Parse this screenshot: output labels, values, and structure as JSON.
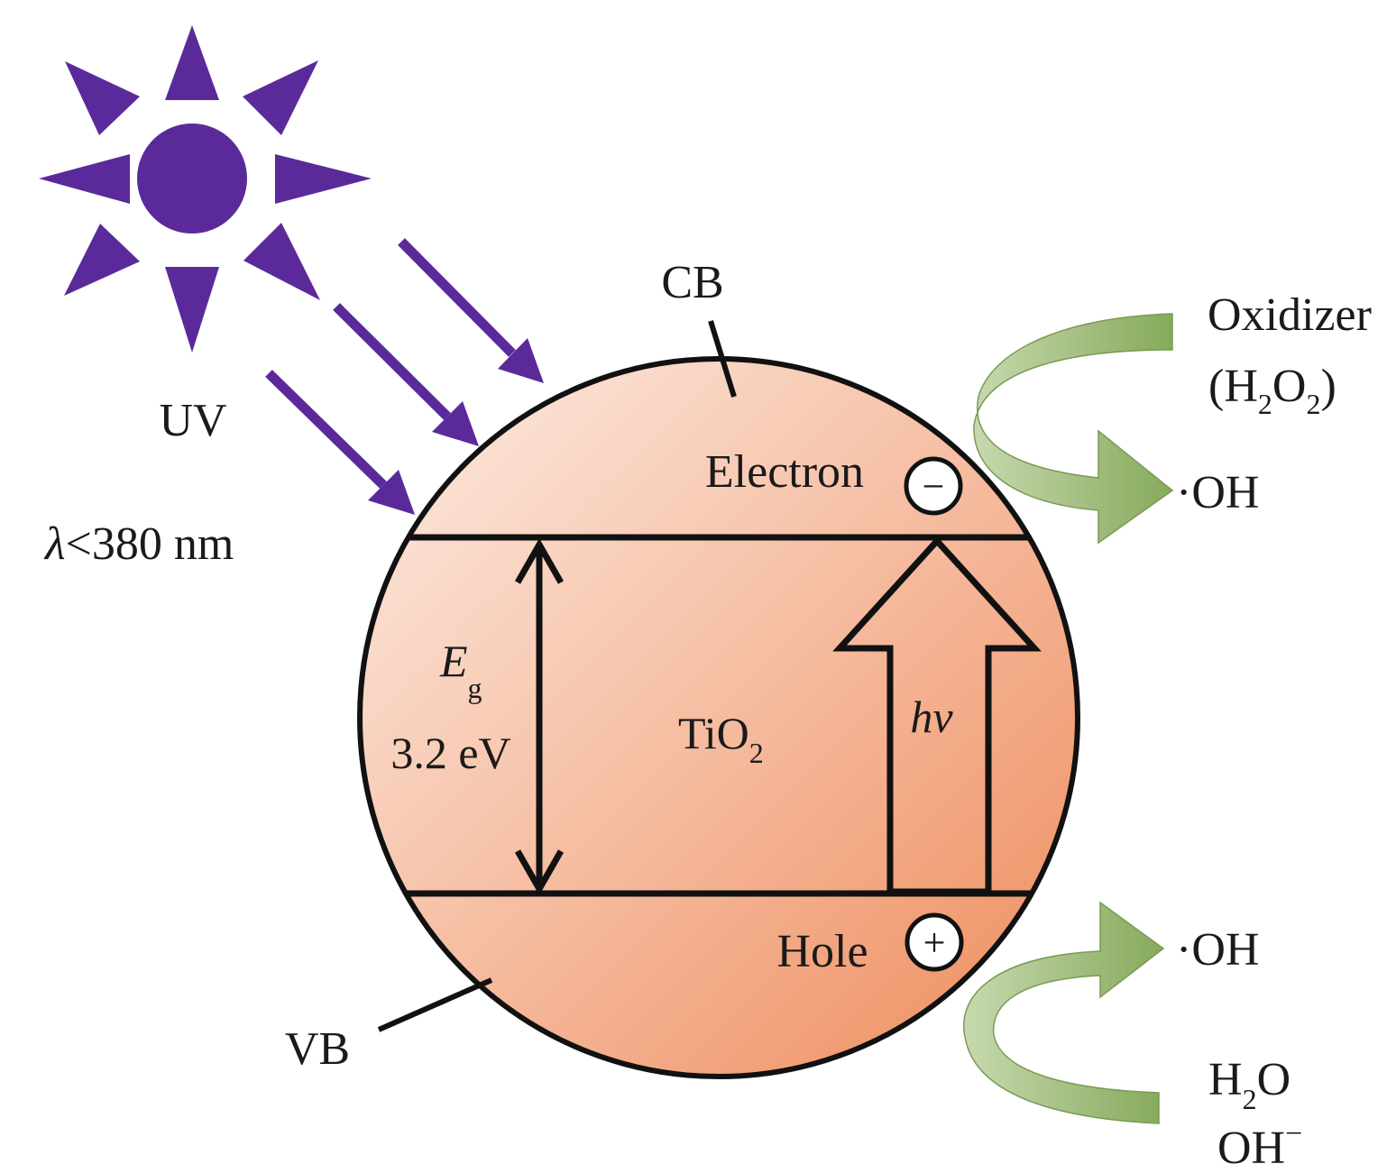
{
  "light": {
    "label": "UV",
    "wavelength_symbol": "λ",
    "wavelength_text": "<380 nm",
    "color": "#5b2a9a"
  },
  "particle": {
    "material": "TiO",
    "material_subscript": "2",
    "fill_light": "#fbe4d8",
    "fill_dark": "#ef9062"
  },
  "bands": {
    "conduction": "CB",
    "valence": "VB"
  },
  "gap": {
    "symbol": "E",
    "symbol_subscript": "g",
    "value": "3.2 eV"
  },
  "excitation": {
    "label": "hv"
  },
  "carriers": {
    "electron_label": "Electron",
    "electron_sign": "−",
    "hole_label": "Hole",
    "hole_sign": "+"
  },
  "reactions": {
    "oxidizer_line1": "Oxidizer",
    "oxidizer_open": "(H",
    "oxidizer_sub1": "2",
    "oxidizer_mid": "O",
    "oxidizer_sub2": "2",
    "oxidizer_close": ")",
    "product_top": "·OH",
    "product_bottom": "·OH",
    "water_h": "H",
    "water_sub": "2",
    "water_o": "O",
    "hydroxide": "OH",
    "hydroxide_charge": "−",
    "arrow_color": "#8fb26a"
  }
}
